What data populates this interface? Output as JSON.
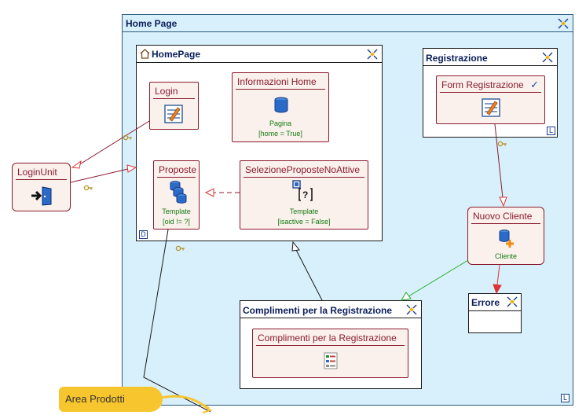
{
  "areas": {
    "home_page": {
      "title": "Home Page"
    }
  },
  "pages": {
    "homepage": {
      "title": "HomePage",
      "badge": "D"
    },
    "registrazione": {
      "title": "Registrazione",
      "badge": "L"
    },
    "complimenti": {
      "title": "Complimenti per la Registrazione"
    },
    "errore": {
      "title": "Errore"
    }
  },
  "units": {
    "login": {
      "title": "Login"
    },
    "informazioni_home": {
      "title": "Informazioni Home",
      "entity": "Pagina",
      "condition": "[home = True]"
    },
    "proposte": {
      "title": "Proposte",
      "entity": "Template",
      "condition": "[oid != ?]"
    },
    "selezione": {
      "title": "SelezioneProposteNoAttive",
      "entity": "Template",
      "condition": "[isactive = False]"
    },
    "form_registrazione": {
      "title": "Form Registrazione",
      "check": "✓"
    },
    "nuovo_cliente": {
      "title": "Nuovo Cliente",
      "entity": "Cliente"
    },
    "complimenti_unit": {
      "title": "Complimenti per la Registrazione"
    },
    "login_unit": {
      "title": "LoginUnit"
    }
  },
  "outer_badge": "L",
  "callout": {
    "label": "Area Prodotti"
  },
  "colors": {
    "area_fill": "#d8f0fb",
    "unit_fill": "#fbf1ec",
    "unit_border": "#8a1a2e",
    "ok_flow": "#22aa22",
    "ko_flow": "#dd3333",
    "callout_fill": "#f7c52e"
  }
}
